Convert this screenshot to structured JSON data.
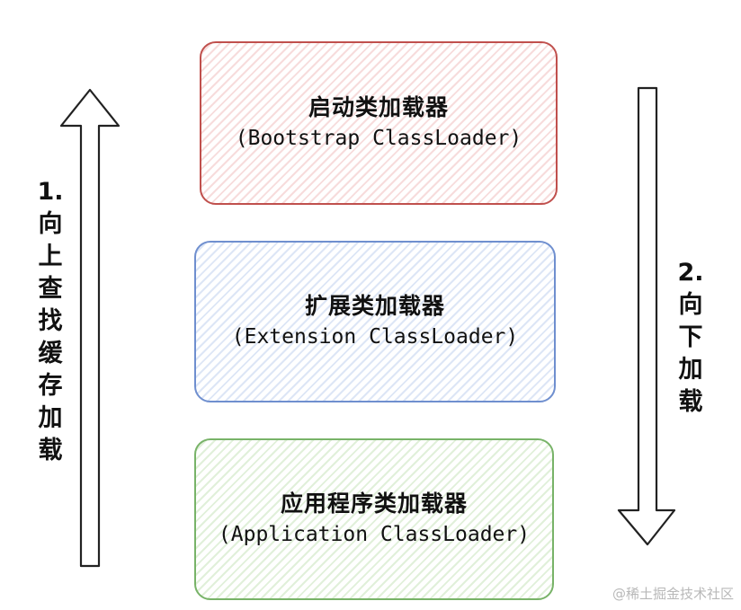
{
  "boxes": {
    "bootstrap": {
      "title": "启动类加载器",
      "subtitle": "(Bootstrap ClassLoader)"
    },
    "extension": {
      "title": "扩展类加载器",
      "subtitle": "(Extension ClassLoader)"
    },
    "application": {
      "title": "应用程序类加载器",
      "subtitle": "(Application ClassLoader)"
    }
  },
  "left_label": [
    "1.",
    "向",
    "上",
    "查",
    "找",
    "缓",
    "存",
    "加",
    "载"
  ],
  "right_label": [
    "2.",
    "向",
    "下",
    "加",
    "载"
  ],
  "watermark": "@稀土掘金技术社区",
  "colors": {
    "bootstrap_border": "#c0504d",
    "extension_border": "#6f8fcf",
    "application_border": "#78b368"
  }
}
